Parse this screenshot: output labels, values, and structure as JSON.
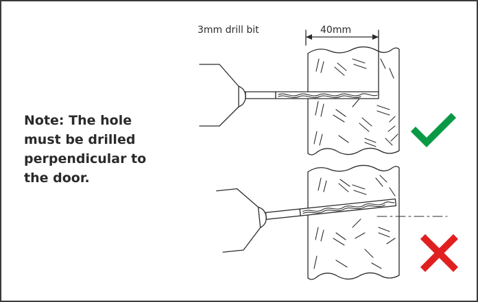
{
  "note": {
    "lines": [
      "Note: The hole",
      "must be drilled",
      "perpendicular to",
      "the door."
    ]
  },
  "labels": {
    "drill_bit": "3mm drill bit",
    "depth": "40mm"
  },
  "status": {
    "correct_icon": "check-mark-icon",
    "correct_color": "#0a9a45",
    "incorrect_icon": "cross-mark-icon",
    "incorrect_color": "#e02020"
  },
  "colors": {
    "line": "#2a2a2a",
    "frame": "#3a3a3a"
  }
}
